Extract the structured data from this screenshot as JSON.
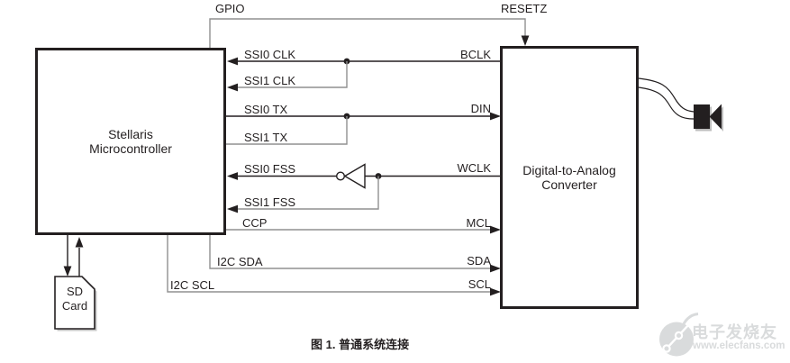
{
  "diagram": {
    "caption": "图 1. 普通系统连接",
    "blocks": {
      "mcu": {
        "line1": "Stellaris",
        "line2": "Microcontroller"
      },
      "dac": {
        "line1": "Digital-to-Analog",
        "line2": "Converter"
      },
      "sd": {
        "line1": "SD",
        "line2": "Card"
      }
    },
    "signals": {
      "gpio": "GPIO",
      "resetz": "RESETZ",
      "ssi0_clk": "SSI0 CLK",
      "ssi1_clk": "SSI1 CLK",
      "ssi0_tx": "SSI0 TX",
      "ssi1_tx": "SSI1 TX",
      "ssi0_fss": "SSI0 FSS",
      "ssi1_fss": "SSI1 FSS",
      "ccp": "CCP",
      "i2c_sda": "I2C SDA",
      "i2c_scl": "I2C SCL",
      "bclk": "BCLK",
      "din": "DIN",
      "wclk": "WCLK",
      "mcl": "MCL",
      "sda": "SDA",
      "scl": "SCL"
    },
    "icons": {
      "inverter": "inverter-gate-icon",
      "speaker": "speaker-icon",
      "junction": "junction-dot"
    },
    "colors": {
      "wire_black": "#231f20",
      "wire_gray": "#909090",
      "watermark": "#d9dbdc"
    }
  },
  "watermark": {
    "brand": "电子发烧友",
    "site": "www.elecfans.com"
  }
}
